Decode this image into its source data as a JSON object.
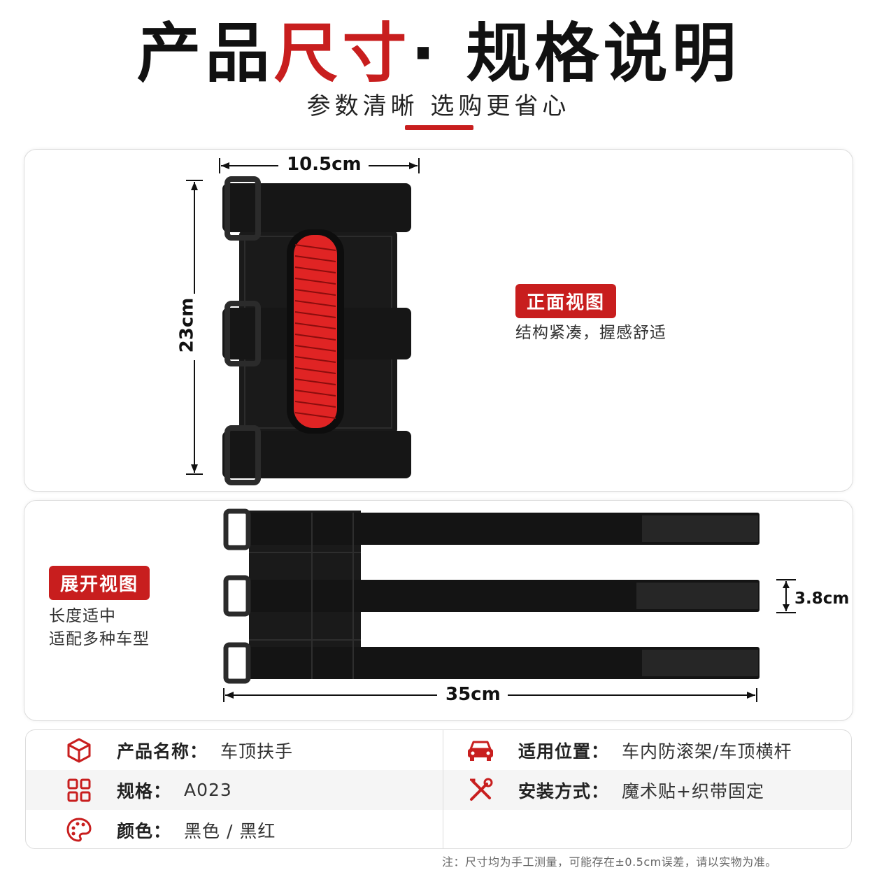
{
  "header": {
    "title_part1": "产品",
    "title_part2": "尺寸",
    "title_part3": "· 规格说明",
    "subtitle": "参数清晰 选购更省心"
  },
  "front_view": {
    "width_label": "10.5cm",
    "height_label": "23cm",
    "tag": "正面视图",
    "description": "结构紧凑，握感舒适"
  },
  "unfold_view": {
    "tag": "展开视图",
    "description_line1": "长度适中",
    "description_line2": "适配多种车型",
    "strap_width_label": "3.8cm",
    "length_label": "35cm"
  },
  "specs": {
    "name_label": "产品名称：",
    "name_value": "车顶扶手",
    "usage_label": "适用位置：",
    "usage_value": "车内防滚架/车顶横杆",
    "model_label": "规格：",
    "model_value": "A023",
    "install_label": "安装方式：",
    "install_value": "魔术贴+织带固定",
    "color_label": "颜色：",
    "color_value": "黑色 / 黑红"
  },
  "note": "注：尺寸均为手工测量，可能存在±0.5cm误差，请以实物为准。",
  "colors": {
    "accent": "#c81e1e",
    "strap": "#111111",
    "handle": "#e02424"
  },
  "icons": [
    "box-icon",
    "grid-icon",
    "palette-icon",
    "car-icon",
    "tools-icon"
  ]
}
